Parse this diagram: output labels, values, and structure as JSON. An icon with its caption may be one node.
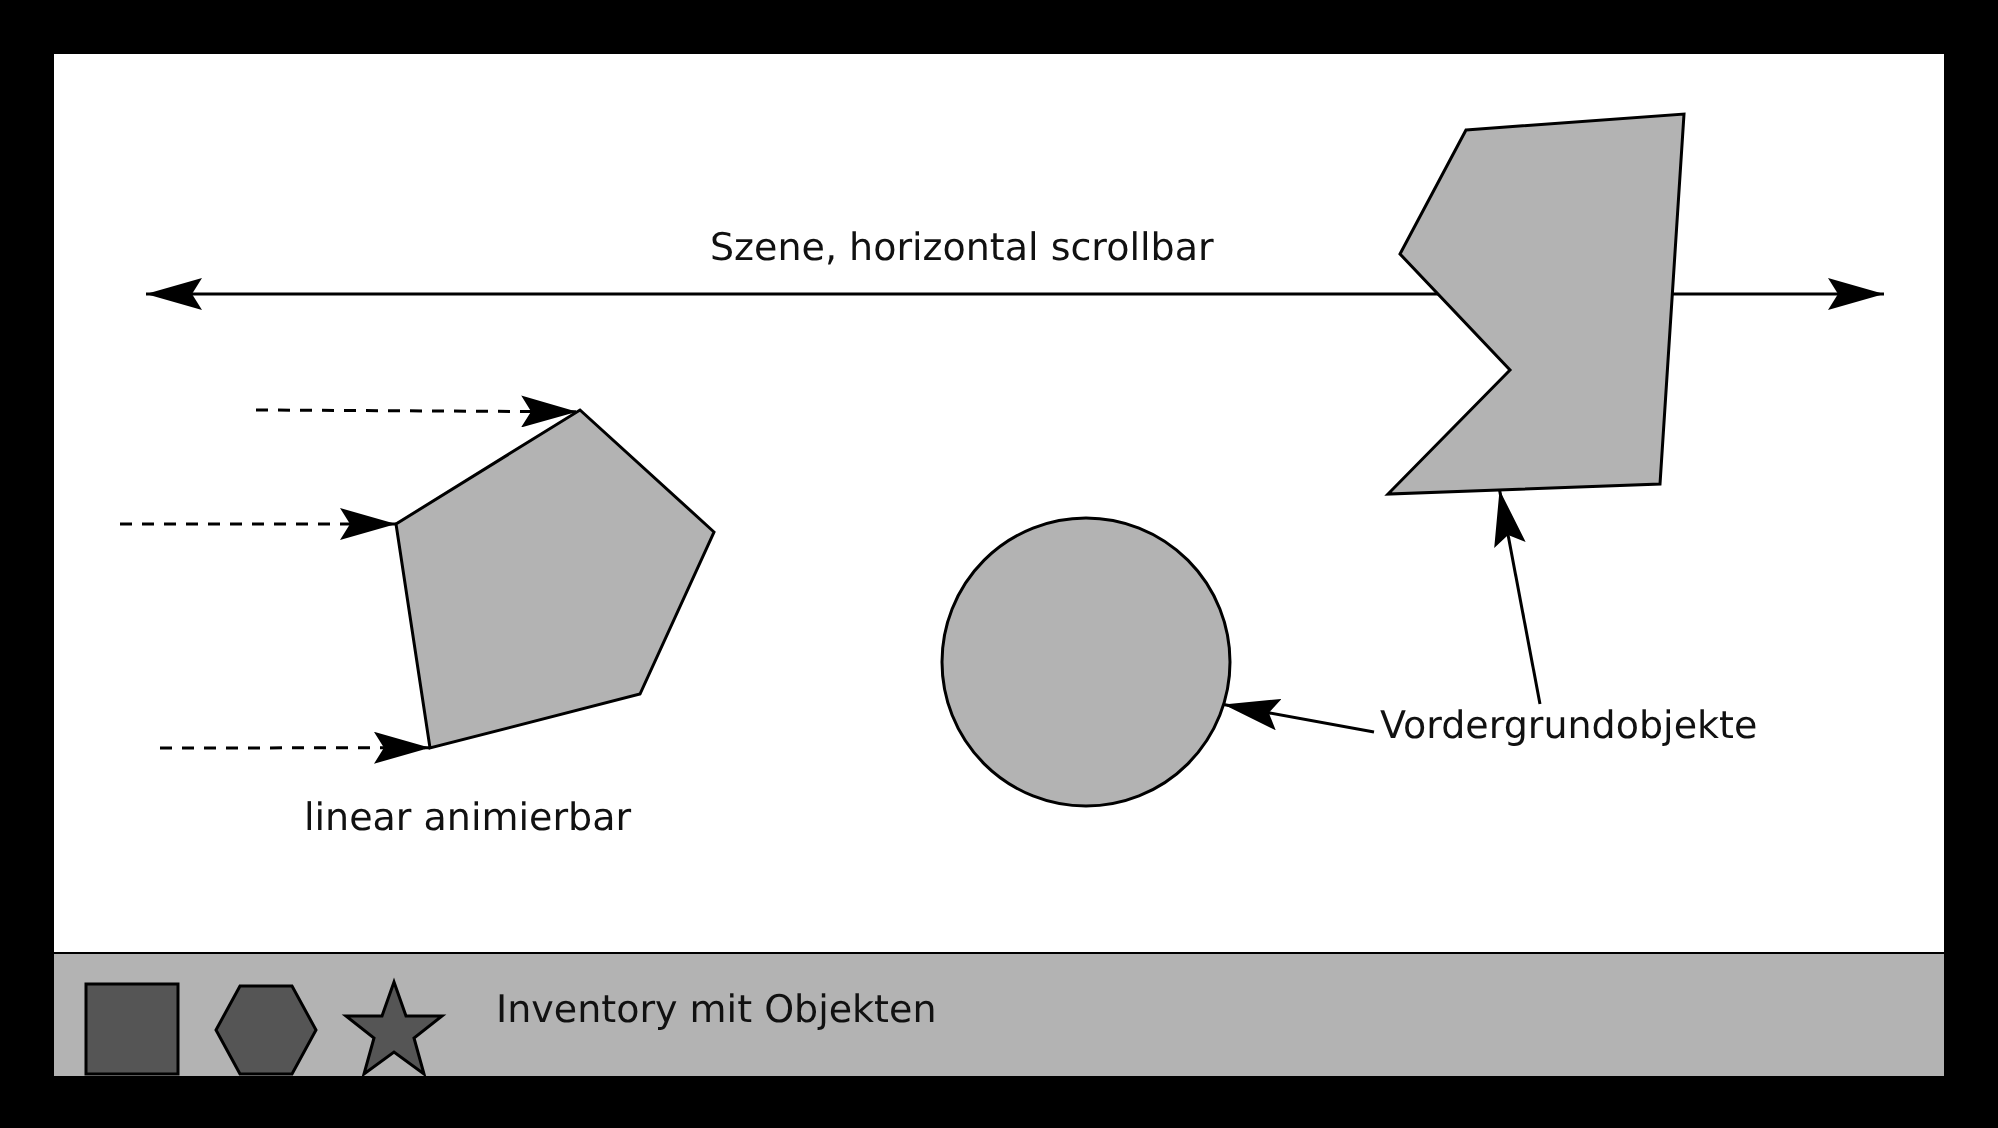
{
  "diagram": {
    "nodes": [
      {
        "text": [],
        "shape": "pentagon",
        "beside": [
          "linear animierbar"
        ]
      },
      {
        "text": [],
        "shape": "circle"
      },
      {
        "text": [],
        "shape": "polygon"
      },
      {
        "text": [
          "Vordergrundobjekte"
        ]
      },
      {
        "text": [
          "Inventory mit Objekten"
        ]
      },
      {
        "text": [],
        "shape": "box",
        "in": 4
      },
      {
        "text": [],
        "shape": "hexagon",
        "in": 4
      },
      {
        "text": [],
        "shape": "star",
        "in": 4
      }
    ],
    "edges": [
      {
        "from": null,
        "to": 0,
        "arrow": "to",
        "style": "dashed"
      },
      {
        "from": null,
        "to": 0,
        "arrow": "to",
        "style": "dashed"
      },
      {
        "from": null,
        "to": 0,
        "arrow": "to",
        "style": "dashed"
      },
      {
        "from": 3,
        "to": 2,
        "arrow": "to"
      },
      {
        "from": 3,
        "to": 1,
        "arrow": "to"
      }
    ],
    "labels": [
      "Szene, horizontal scrollbar"
    ]
  }
}
